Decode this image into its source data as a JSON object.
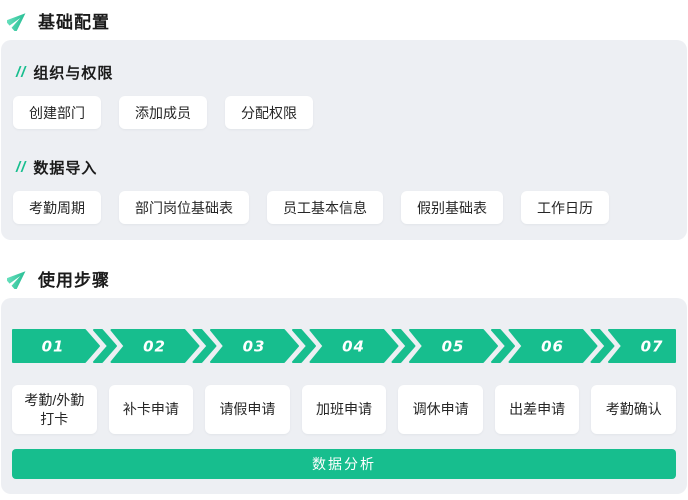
{
  "slash_marker": "//",
  "colors": {
    "accent": "#17be8e",
    "accent_light": "#63e0bd",
    "card_bg": "#edeff3"
  },
  "basic_config": {
    "title": "基础配置",
    "groups": [
      {
        "label": "组织与权限",
        "items": [
          "创建部门",
          "添加成员",
          "分配权限"
        ]
      },
      {
        "label": "数据导入",
        "items": [
          "考勤周期",
          "部门岗位基础表",
          "员工基本信息",
          "假别基础表",
          "工作日历"
        ]
      }
    ]
  },
  "usage_steps": {
    "title": "使用步骤",
    "steps": [
      {
        "num": "01",
        "lines": [
          "考勤/外勤",
          "打卡"
        ]
      },
      {
        "num": "02",
        "lines": [
          "补卡申请"
        ]
      },
      {
        "num": "03",
        "lines": [
          "请假申请"
        ]
      },
      {
        "num": "04",
        "lines": [
          "加班申请"
        ]
      },
      {
        "num": "05",
        "lines": [
          "调休申请"
        ]
      },
      {
        "num": "06",
        "lines": [
          "出差申请"
        ]
      },
      {
        "num": "07",
        "lines": [
          "考勤确认"
        ]
      }
    ],
    "analysis_button": "数据分析"
  }
}
